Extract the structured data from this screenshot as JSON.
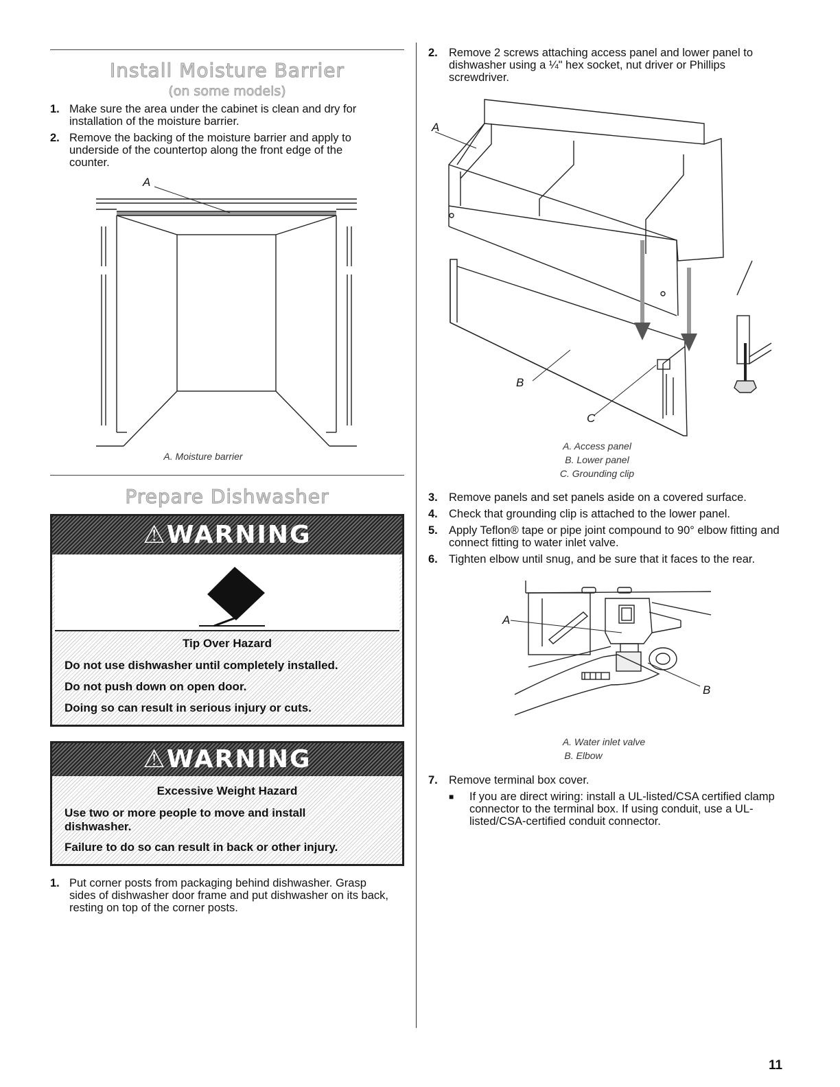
{
  "left": {
    "moisture_title": "Install Moisture Barrier",
    "moisture_subtitle": "(on some models)",
    "moisture_steps": [
      {
        "num": "1.",
        "text": "Make sure the area under the cabinet is clean and dry for installation of the moisture barrier."
      },
      {
        "num": "2.",
        "text": "Remove the backing of the moisture barrier and apply to underside of the countertop along the front edge of the counter."
      }
    ],
    "fig1_label_a": "A",
    "fig1_caption": "A. Moisture barrier",
    "prepare_title": "Prepare Dishwasher",
    "warning1": {
      "heading": "WARNING",
      "hazard": "Tip Over Hazard",
      "lines": [
        "Do not use dishwasher until completely installed.",
        "Do not push down on open door.",
        "Doing so can result in serious injury or cuts."
      ]
    },
    "warning2": {
      "heading": "WARNING",
      "hazard": "Excessive Weight Hazard",
      "lines": [
        "Use two or more people to move and install dishwasher.",
        "Failure to do so can result in back or other injury."
      ]
    },
    "prepare_steps": [
      {
        "num": "1.",
        "text": "Put corner posts from packaging behind dishwasher. Grasp sides of dishwasher door frame and put dishwasher on its back, resting on top of the corner posts."
      }
    ]
  },
  "right": {
    "step2": {
      "num": "2.",
      "text": "Remove 2 screws attaching access panel and lower panel to dishwasher using a ¼\" hex socket, nut driver or Phillips screwdriver."
    },
    "fig2_labels": {
      "a": "A",
      "b": "B",
      "c": "C"
    },
    "fig2_caption": [
      "A. Access panel",
      "B. Lower panel",
      "C. Grounding clip"
    ],
    "steps_3_6": [
      {
        "num": "3.",
        "text": "Remove panels and set panels aside on a covered surface."
      },
      {
        "num": "4.",
        "text": "Check that grounding clip is attached to the lower panel."
      },
      {
        "num": "5.",
        "text": "Apply Teflon® tape or pipe joint compound to 90° elbow fitting and connect fitting to water inlet valve."
      },
      {
        "num": "6.",
        "text": "Tighten elbow until snug, and be sure that it faces to the rear."
      }
    ],
    "fig3_labels": {
      "a": "A",
      "b": "B"
    },
    "fig3_caption": [
      "A. Water inlet valve",
      "B. Elbow"
    ],
    "step7": {
      "num": "7.",
      "text": "Remove terminal box cover."
    },
    "bullet": "If you are direct wiring: install a UL-listed/CSA certified clamp connector to the terminal box. If using conduit, use a UL-listed/CSA-certified conduit connector."
  },
  "page_number": "11"
}
